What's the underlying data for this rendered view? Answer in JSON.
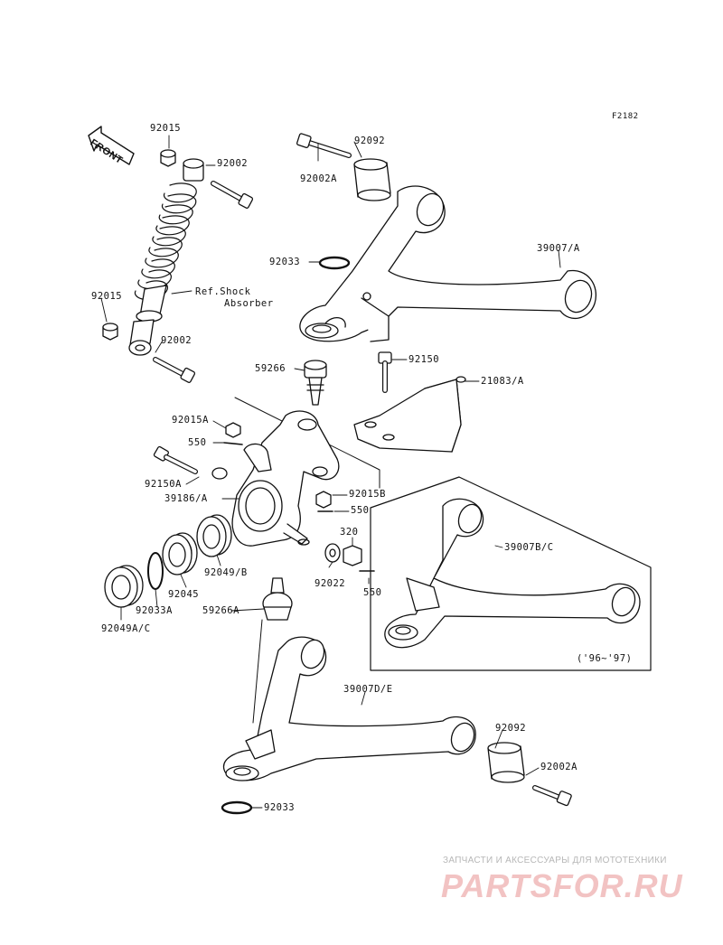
{
  "figure_id": "F2182",
  "front_label": "FRONT",
  "part_labels": {
    "p92015_top": "92015",
    "p92002_top": "92002",
    "p92015_mid": "92015",
    "p92002_mid": "92002",
    "shock_ref_1": "Ref.Shock",
    "shock_ref_2": "Absorber",
    "p92092_top": "92092",
    "p92002A_top": "92002A",
    "p39007_A": "39007/A",
    "p92033_top": "92033",
    "p59266": "59266",
    "p92150": "92150",
    "p21083_A": "21083/A",
    "p92015A": "92015A",
    "p550_a": "550",
    "p92150A": "92150A",
    "p39186_A": "39186/A",
    "p92015B": "92015B",
    "p550_b": "550",
    "p320": "320",
    "p92049_B": "92049/B",
    "p92022": "92022",
    "p550_c": "550",
    "p92045": "92045",
    "p39007B_C": "39007B/C",
    "p92033A": "92033A",
    "p59266A": "59266A",
    "p92049A_C": "92049A/C",
    "years": "('96~'97)",
    "p39007D_E": "39007D/E",
    "p92092_bot": "92092",
    "p92002A_bot": "92002A",
    "p92033_bot": "92033"
  },
  "watermark": {
    "tagline": "ЗАПЧАСТИ И АКСЕССУАРЫ ДЛЯ МОТОТЕХНИКИ",
    "logo": "PARTSFOR.RU"
  }
}
